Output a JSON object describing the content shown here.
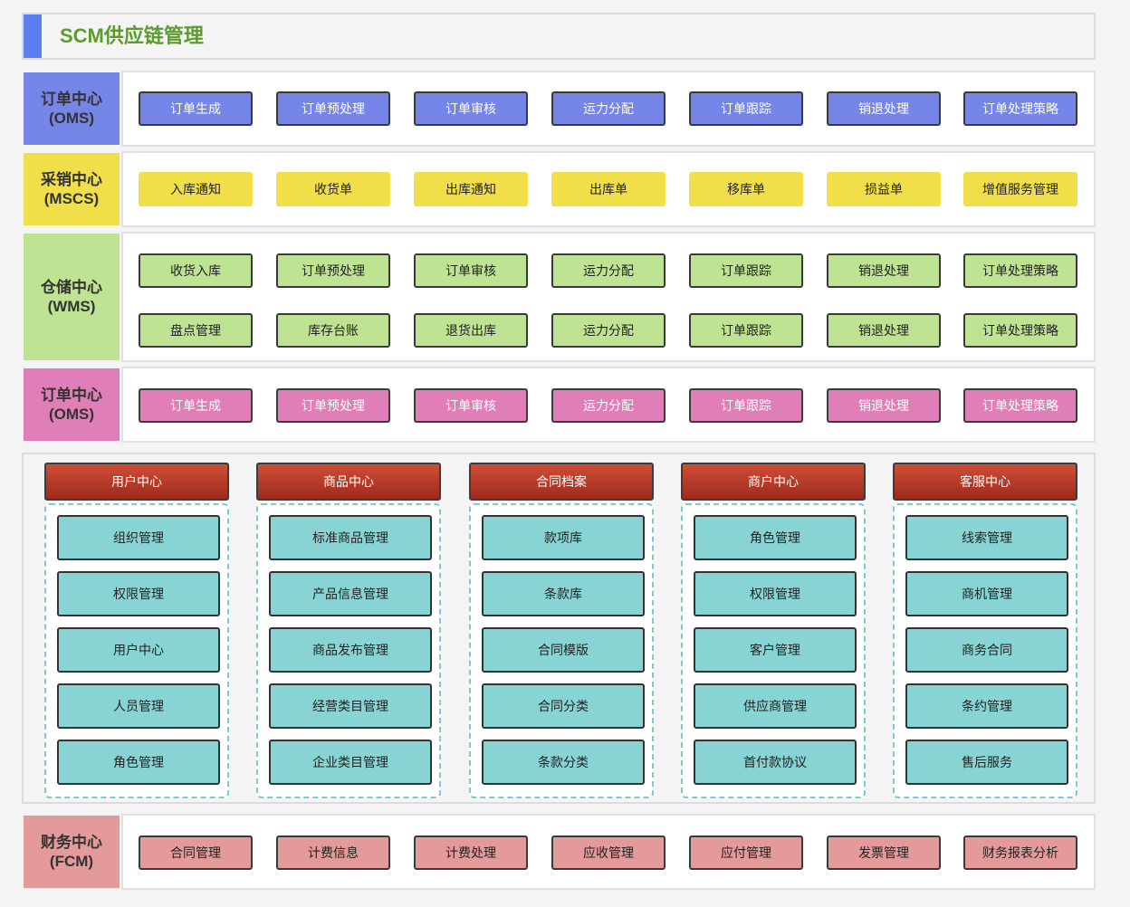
{
  "title": "SCM供应链管理",
  "colors": {
    "accent": "#5b7ef0",
    "title": "#5d9b2e",
    "oms": "#7585e8",
    "mscs": "#f0df48",
    "wms": "#bde393",
    "oms2": "#e07fb7",
    "fcm": "#e49a9a",
    "module_head": "#b8392a",
    "module_item": "#88d3d4"
  },
  "bands": {
    "oms": {
      "label_line1": "订单中心",
      "label_line2": "(OMS)",
      "items": [
        "订单生成",
        "订单预处理",
        "订单审核",
        "运力分配",
        "订单跟踪",
        "销退处理",
        "订单处理策略"
      ]
    },
    "mscs": {
      "label_line1": "采销中心",
      "label_line2": "(MSCS)",
      "items": [
        "入库通知",
        "收货单",
        "出库通知",
        "出库单",
        "移库单",
        "损益单",
        "增值服务管理"
      ]
    },
    "wms": {
      "label_line1": "仓储中心",
      "label_line2": "(WMS)",
      "row1": [
        "收货入库",
        "订单预处理",
        "订单审核",
        "运力分配",
        "订单跟踪",
        "销退处理",
        "订单处理策略"
      ],
      "row2": [
        "盘点管理",
        "库存台账",
        "退货出库",
        "运力分配",
        "订单跟踪",
        "销退处理",
        "订单处理策略"
      ]
    },
    "oms2": {
      "label_line1": "订单中心",
      "label_line2": "(OMS)",
      "items": [
        "订单生成",
        "订单预处理",
        "订单审核",
        "运力分配",
        "订单跟踪",
        "销退处理",
        "订单处理策略"
      ]
    },
    "fcm": {
      "label_line1": "财务中心",
      "label_line2": "(FCM)",
      "items": [
        "合同管理",
        "计费信息",
        "计费处理",
        "应收管理",
        "应付管理",
        "发票管理",
        "财务报表分析"
      ]
    }
  },
  "modules": [
    {
      "header": "用户中心",
      "items": [
        "组织管理",
        "权限管理",
        "用户中心",
        "人员管理",
        "角色管理"
      ]
    },
    {
      "header": "商品中心",
      "items": [
        "标准商品管理",
        "产品信息管理",
        "商品发布管理",
        "经营类目管理",
        "企业类目管理"
      ]
    },
    {
      "header": "合同档案",
      "items": [
        "款项库",
        "条款库",
        "合同模版",
        "合同分类",
        "条款分类"
      ]
    },
    {
      "header": "商户中心",
      "items": [
        "角色管理",
        "权限管理",
        "客户管理",
        "供应商管理",
        "首付款协议"
      ]
    },
    {
      "header": "客服中心",
      "items": [
        "线索管理",
        "商机管理",
        "商务合同",
        "条约管理",
        "售后服务"
      ]
    }
  ]
}
